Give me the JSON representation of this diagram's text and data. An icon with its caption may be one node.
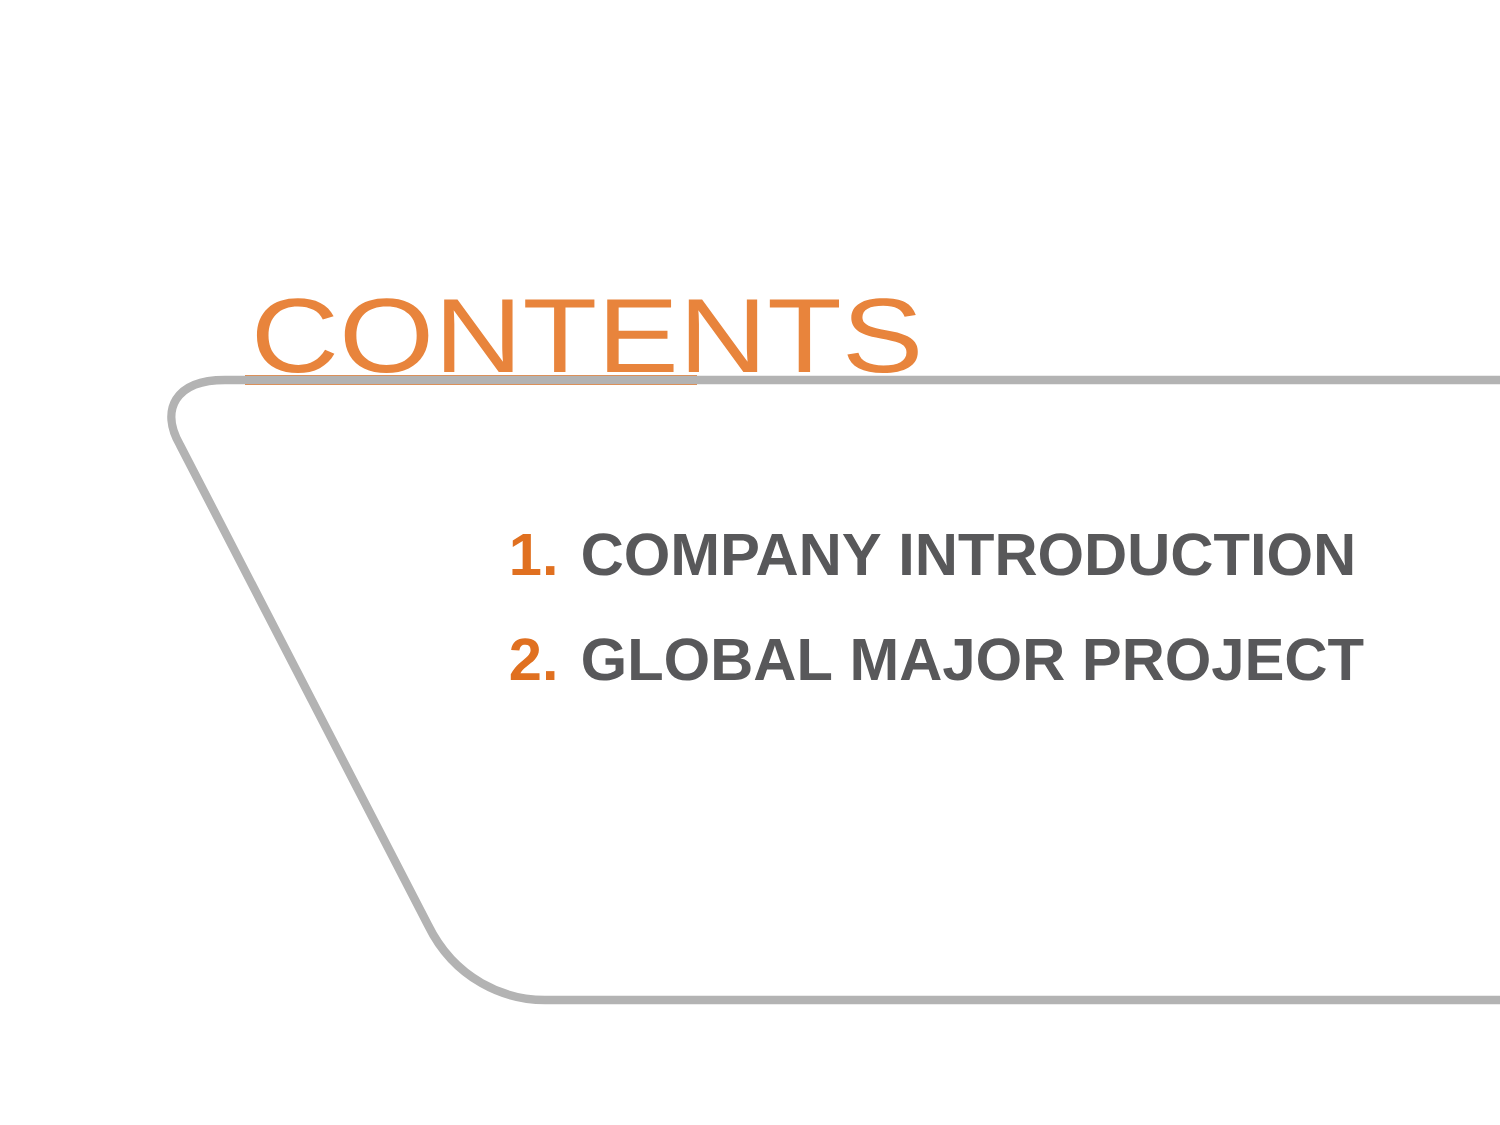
{
  "diagram": {
    "title": "CONTENTS",
    "nodes": [
      {
        "text": [
          "1.",
          "COMPANY INTRODUCTION",
          "2.",
          "GLOBAL MAJOR PROJECT"
        ]
      }
    ]
  }
}
